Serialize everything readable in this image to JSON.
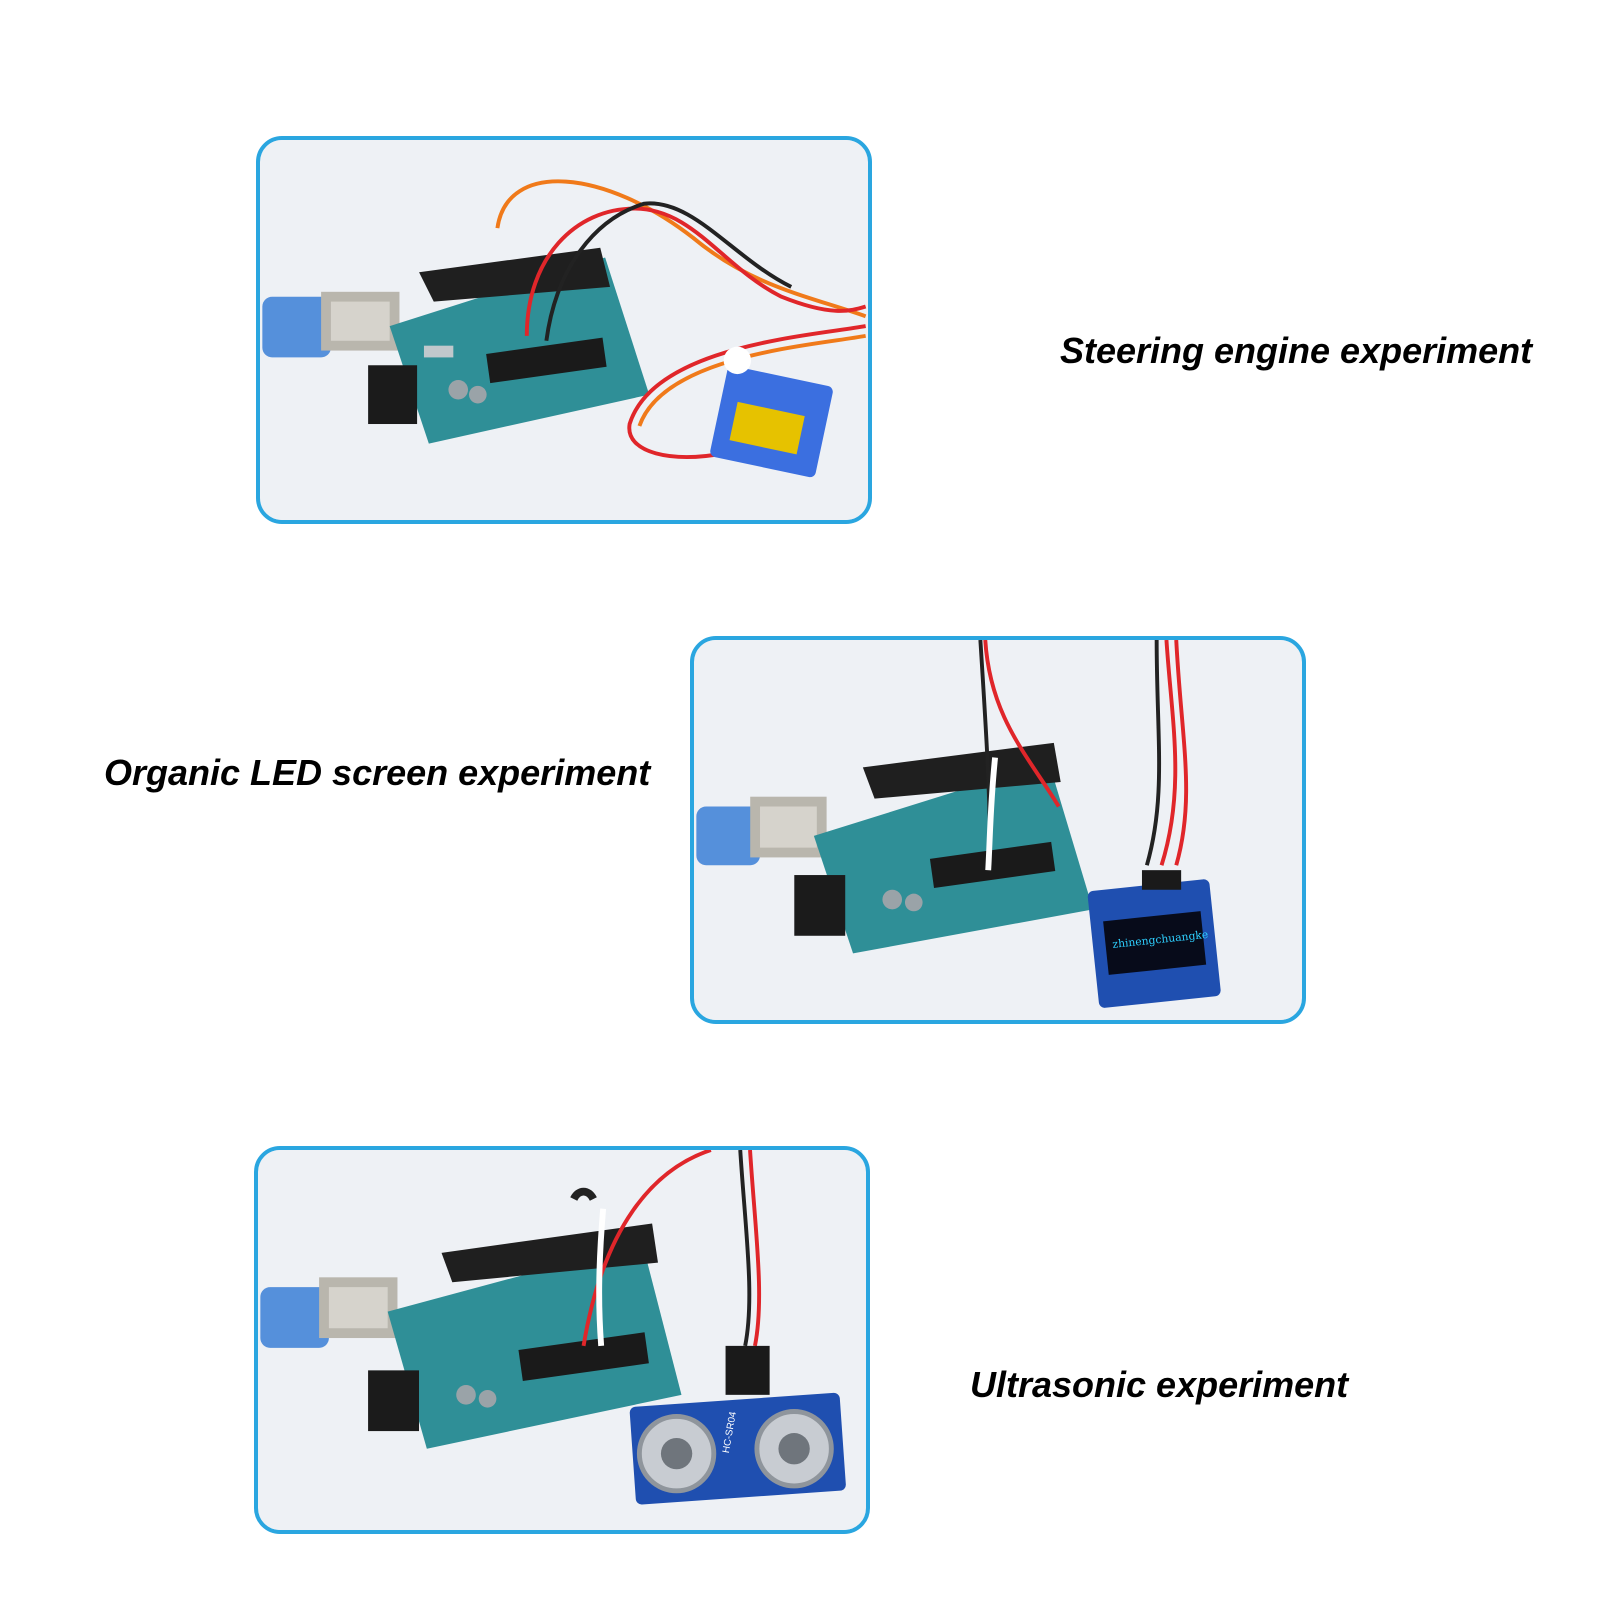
{
  "experiments": [
    {
      "caption": "Steering engine experiment"
    },
    {
      "caption": "Organic LED screen experiment",
      "oled_text": "zhinengchuangke"
    },
    {
      "caption": "Ultrasonic experiment",
      "sensor_label": "HC-SR04"
    }
  ],
  "colors": {
    "frame": "#2aa6e0",
    "board": "#2f8f97",
    "usb_cable": "#3a7fd6",
    "servo_body": "#3b6fe0",
    "servo_label": "#e6c200",
    "oled_text": "#2ed0ff",
    "sensor_pcb": "#1f4fb0",
    "wire_red": "#e0262a",
    "wire_orange": "#f07a1a",
    "wire_black": "#222222"
  },
  "icons": [
    "arduino-board-icon",
    "servo-motor-icon",
    "oled-screen-icon",
    "ultrasonic-sensor-icon",
    "usb-cable-icon"
  ]
}
